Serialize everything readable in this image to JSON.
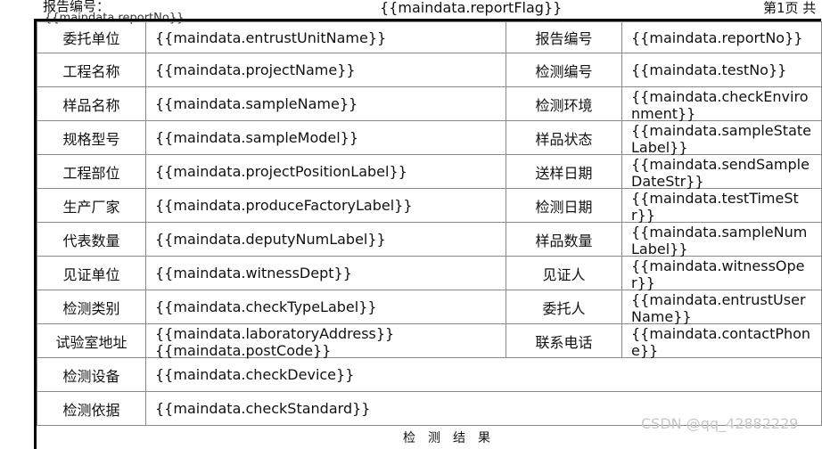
{
  "header": {
    "left_top": "报告编号：",
    "left_bottom": "{{maindata.reportNo}}",
    "center": "{{maindata.reportFlag}}",
    "right": "第1页 共"
  },
  "rows": [
    {
      "label": "委托单位",
      "value": "{{maindata.entrustUnitName}}",
      "label2": "报告编号",
      "value2": "{{maindata.reportNo}}"
    },
    {
      "label": "工程名称",
      "value": "{{maindata.projectName}}",
      "label2": "检测编号",
      "value2": "{{maindata.testNo}}"
    },
    {
      "label": "样品名称",
      "value": "{{maindata.sampleName}}",
      "label2": "检测环境",
      "value2": "{{maindata.checkEnvironment}}"
    },
    {
      "label": "规格型号",
      "value": "{{maindata.sampleModel}}",
      "label2": "样品状态",
      "value2": "{{maindata.sampleStateLabel}}"
    },
    {
      "label": "工程部位",
      "value": "{{maindata.projectPositionLabel}}",
      "label2": "送样日期",
      "value2": "{{maindata.sendSampleDateStr}}"
    },
    {
      "label": "生产厂家",
      "value": "{{maindata.produceFactoryLabel}}",
      "label2": "检测日期",
      "value2": "{{maindata.testTimeStr}}"
    },
    {
      "label": "代表数量",
      "value": "{{maindata.deputyNumLabel}}",
      "label2": "样品数量",
      "value2": "{{maindata.sampleNumLabel}}"
    },
    {
      "label": "见证单位",
      "value": "{{maindata.witnessDept}}",
      "label2": "见证人",
      "value2": "{{maindata.witnessOper}}"
    },
    {
      "label": "检测类别",
      "value": "{{maindata.checkTypeLabel}}",
      "label2": "委托人",
      "value2": "{{maindata.entrustUserName}}"
    },
    {
      "label": "试验室地址",
      "value": "{{maindata.laboratoryAddress}}",
      "value_b": "{{maindata.postCode}}",
      "label2": "联系电话",
      "value2": "{{maindata.contactPhone}}"
    }
  ],
  "wide_rows": [
    {
      "label": "检测设备",
      "value": "{{maindata.checkDevice}}"
    },
    {
      "label": "检测依据",
      "value": "{{maindata.checkStandard}}"
    }
  ],
  "footer": "检测结果",
  "watermark": "CSDN @qq_42882229"
}
